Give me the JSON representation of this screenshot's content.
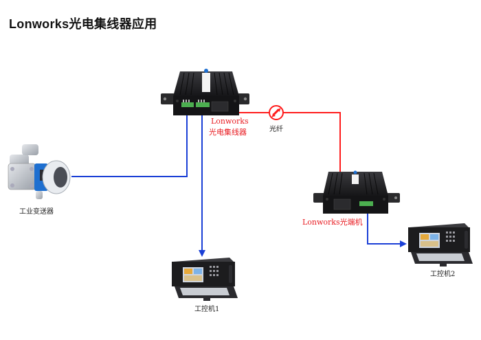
{
  "title": "Lonworks光电集线器应用",
  "colors": {
    "fiber": "#ff1a1a",
    "bus": "#1a3fd6",
    "device_body": "#1c1c1e",
    "terminal": "#4caf50",
    "transmitter_blue": "#1e6fd0"
  },
  "nodes": {
    "hub": {
      "label_line1": "Lonworks",
      "label_line2": "光电集线器",
      "icon": "fiber-hub-device-icon"
    },
    "fiber": {
      "label": "光纤",
      "icon": "fiber-link-icon"
    },
    "converter": {
      "label": "Lonworks光端机",
      "icon": "fiber-converter-device-icon"
    },
    "transmitter": {
      "label": "工业变送器",
      "icon": "industrial-transmitter-icon"
    },
    "ipc1": {
      "label": "工控机1",
      "icon": "industrial-pc-icon"
    },
    "ipc2": {
      "label": "工控机2",
      "icon": "industrial-pc-icon"
    }
  }
}
